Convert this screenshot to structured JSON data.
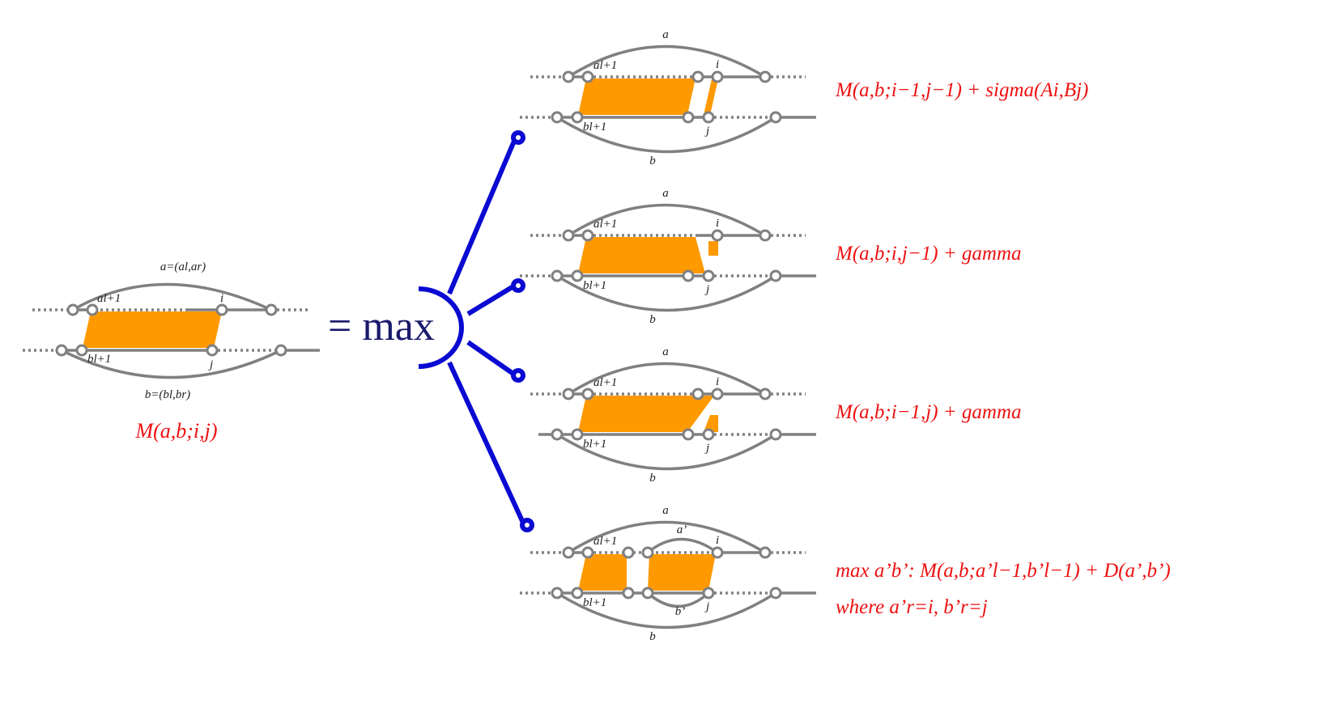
{
  "colors": {
    "strand": "#808080",
    "fill": "#ff9900",
    "equation": "#ee1111",
    "connector": "#0a0ad2",
    "max_text": "#1a1a6e"
  },
  "main": {
    "label_top": "a=(al,ar)",
    "label_bottom": "b=(bl,br)",
    "label_al1": "al+1",
    "label_bl1": "bl+1",
    "label_i": "i",
    "label_j": "j",
    "formula": "M(a,b;i,j)"
  },
  "operator": {
    "text": "= max"
  },
  "cases": [
    {
      "label_a": "a",
      "label_b": "b",
      "label_al1": "al+1",
      "label_bl1": "bl+1",
      "label_i": "i",
      "label_j": "j",
      "formula": "M(a,b;i−1,j−1) + sigma(Ai,Bj)"
    },
    {
      "label_a": "a",
      "label_b": "b",
      "label_al1": "al+1",
      "label_bl1": "bl+1",
      "label_i": "i",
      "label_j": "j",
      "formula": "M(a,b;i,j−1) + gamma"
    },
    {
      "label_a": "a",
      "label_b": "b",
      "label_al1": "al+1",
      "label_bl1": "bl+1",
      "label_i": "i",
      "label_j": "j",
      "formula": "M(a,b;i−1,j) + gamma"
    },
    {
      "label_a": "a",
      "label_b": "b",
      "label_al1": "al+1",
      "label_bl1": "bl+1",
      "label_i": "i",
      "label_j": "j",
      "label_a_prime": "a’",
      "label_b_prime": "b’",
      "formula": "max a’b’: M(a,b;a’l−1,b’l−1) + D(a’,b’)",
      "formula_line2": "where a’r=i, b’r=j"
    }
  ]
}
